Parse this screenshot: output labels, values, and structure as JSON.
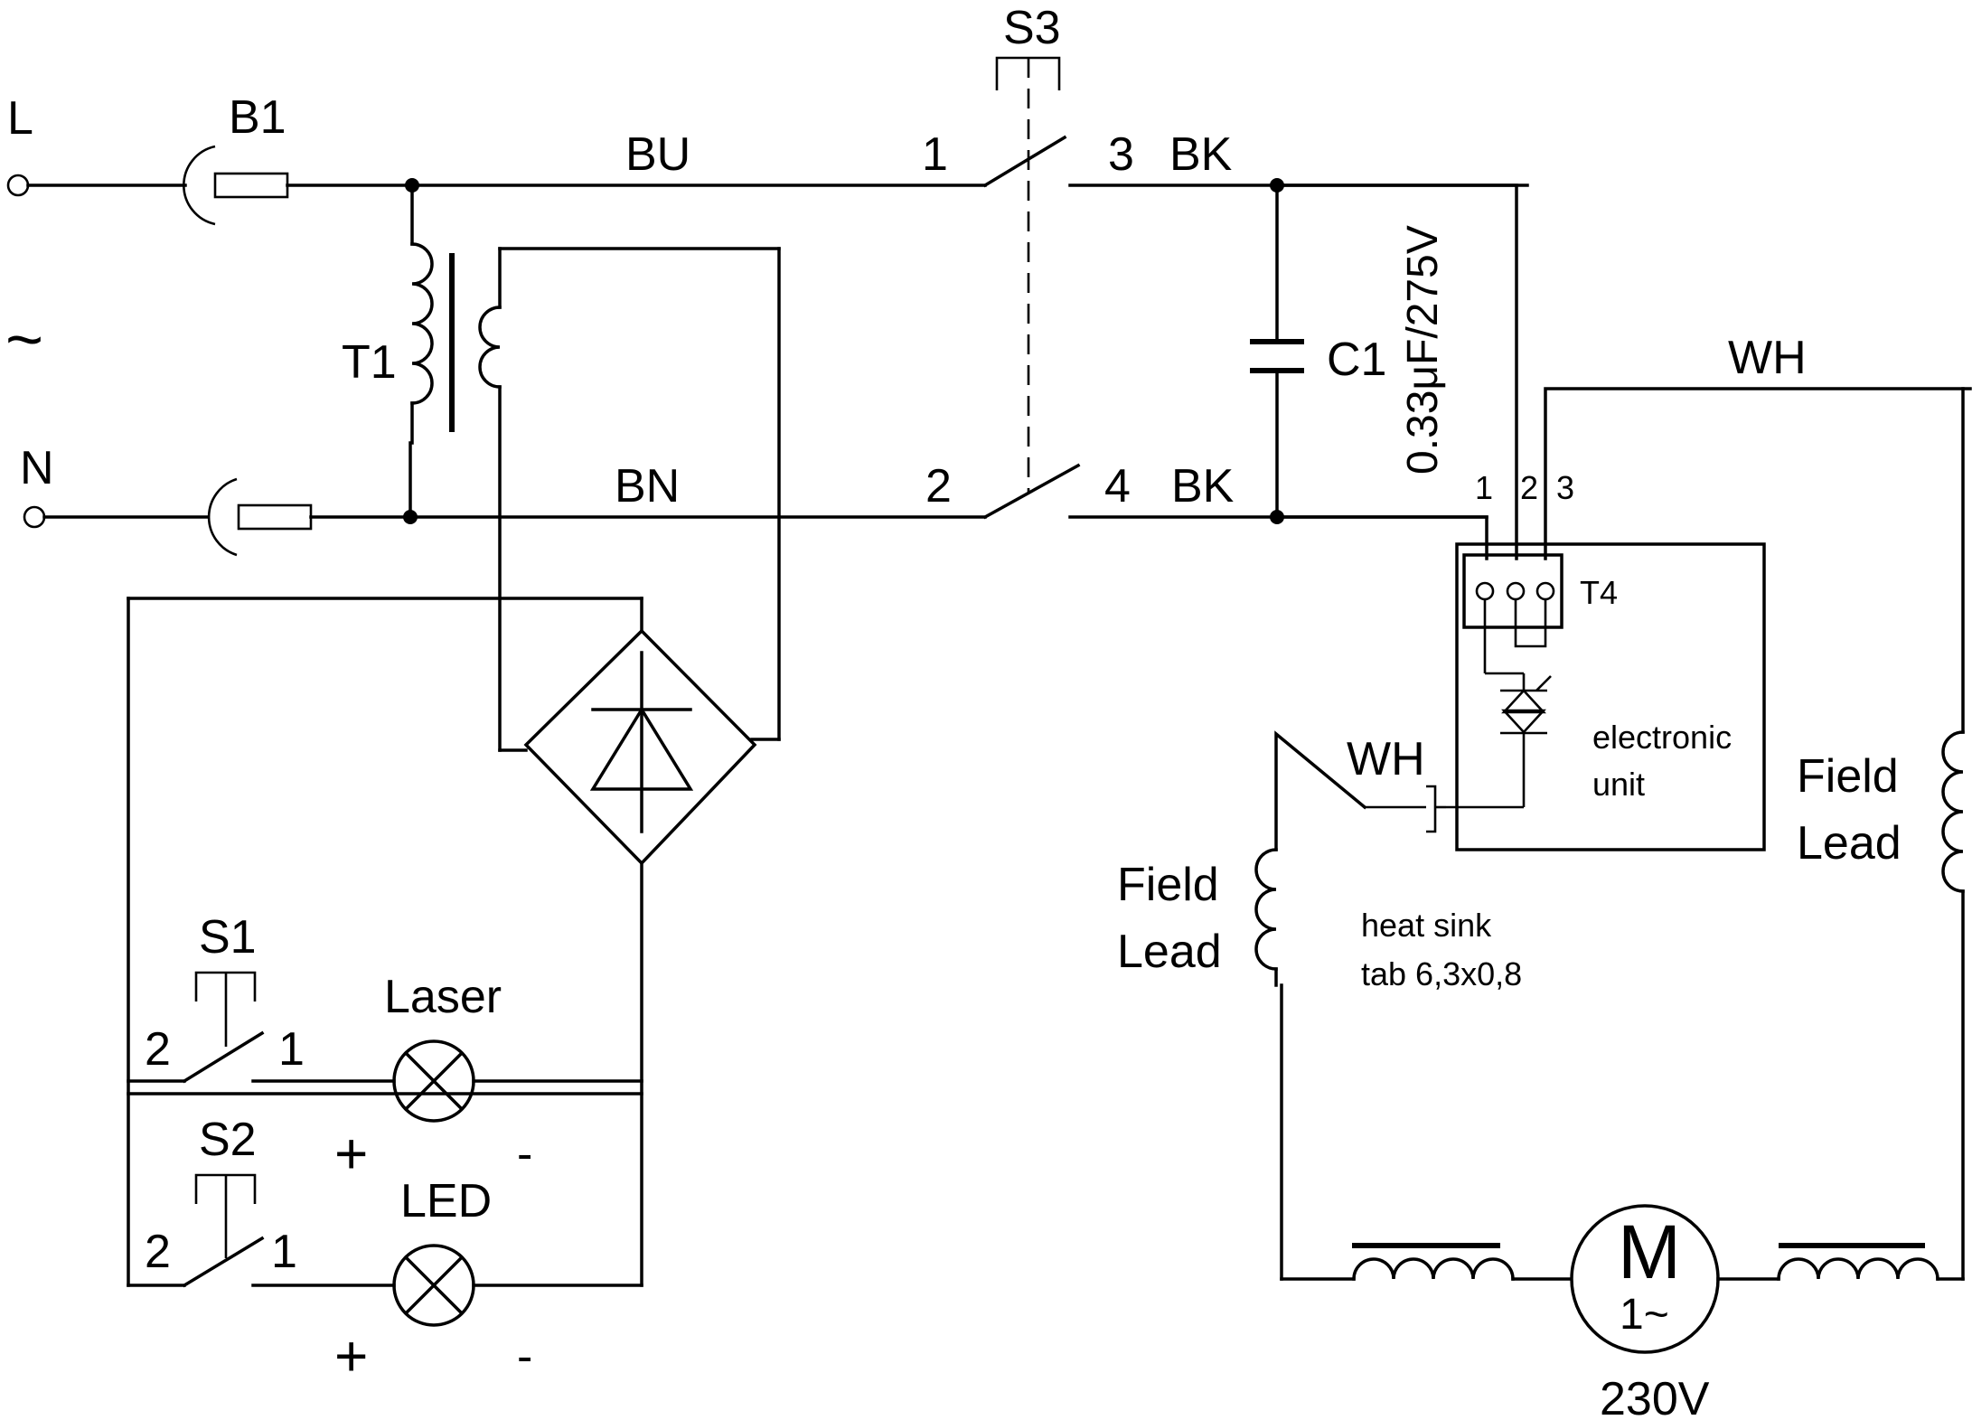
{
  "labels": {
    "terminal_l": "L",
    "terminal_n": "N",
    "ac_symbol": "~",
    "fuse_b1": "B1",
    "wire_bu": "BU",
    "wire_bn": "BN",
    "switch_s3": "S3",
    "s3_pin1": "1",
    "s3_pin2": "2",
    "s3_pin3": "3",
    "s3_pin4": "4",
    "wire_bk_top": "BK",
    "wire_bk_bottom": "BK",
    "transformer_t1": "T1",
    "capacitor_c1": "C1",
    "capacitor_value": "0.33μF/275V",
    "wire_wh_top": "WH",
    "wire_wh_left": "WH",
    "t4_pin1": "1",
    "t4_pin2": "2",
    "t4_pin3": "3",
    "terminal_t4": "T4",
    "electronic_line1": "electronic",
    "electronic_line2": "unit",
    "field_lead_right_1": "Field",
    "field_lead_right_2": "Lead",
    "field_lead_left_1": "Field",
    "field_lead_left_2": "Lead",
    "heat_sink_line1": "heat sink",
    "heat_sink_line2": "tab 6,3x0,8",
    "motor_m": "M",
    "motor_phase": "1~",
    "motor_voltage": "230V",
    "switch_s1": "S1",
    "s1_pin2": "2",
    "s1_pin1": "1",
    "laser": "Laser",
    "switch_s2": "S2",
    "s2_pin2": "2",
    "s2_pin1": "1",
    "led": "LED",
    "plus_top": "+",
    "minus_top": "-",
    "plus_bottom": "+",
    "minus_bottom": "-"
  }
}
